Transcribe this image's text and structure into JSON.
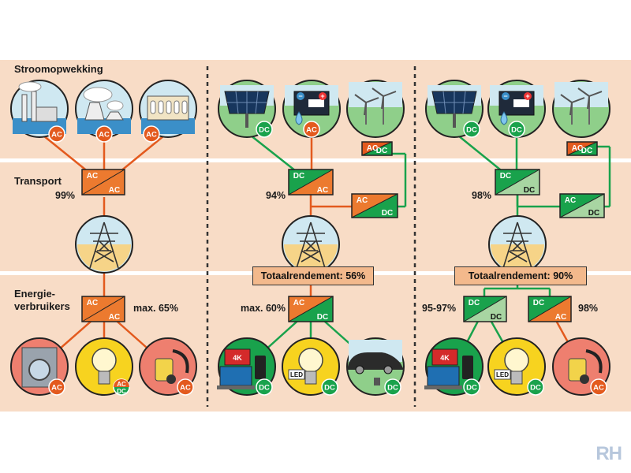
{
  "labels": {
    "generation": "Stroomopwekking",
    "transport": "Transport",
    "consumers_line1": "Energie-",
    "consumers_line2": "verbruikers",
    "ac": "AC",
    "dc": "DC",
    "led": "LED",
    "fourk": "4K"
  },
  "panels": {
    "ac": {
      "transport_eff": "99%",
      "consumer_eff": "max. 65%"
    },
    "hybrid": {
      "transport_eff": "94%",
      "consumer_eff": "max. 60%",
      "total": "Totaalrendement: 56%"
    },
    "dc": {
      "transport_eff": "98%",
      "consumer_left_eff": "95-97%",
      "consumer_right_eff": "98%",
      "total": "Totaalrendement: 90%"
    }
  },
  "watermark": "RH",
  "colors": {
    "band": "#f8dcc6",
    "ac": "#e35a1e",
    "dc": "#19a24c",
    "dc_light": "#a8d5a2",
    "converter": "#ec7a2f",
    "sky": "#cfe8f1",
    "grass": "#8fcf8a",
    "sand": "#f6d488",
    "yellow": "#f7d31f",
    "salmon": "#ee7f6f"
  }
}
